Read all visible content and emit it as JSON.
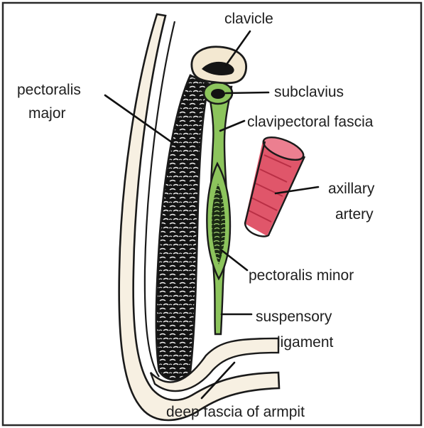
{
  "labels": {
    "clavicle": "clavicle",
    "pectoralis_major_line1": "pectoralis",
    "pectoralis_major_line2": "major",
    "subclavius": "subclavius",
    "clavipectoral_fascia": "clavipectoral fascia",
    "axillary_artery_line1": "axillary",
    "axillary_artery_line2": "artery",
    "pectoralis_minor": "pectoralis minor",
    "suspensory_ligament_line1": "suspensory",
    "suspensory_ligament_line2": "ligament",
    "deep_fascia": "deep fascia of armpit"
  },
  "colors": {
    "skin_fill": "#f7f0e2",
    "fascia_green": "#8cc45c",
    "muscle_dark": "#151515",
    "artery_red": "#e0566a",
    "outline": "#1a1a1a"
  }
}
